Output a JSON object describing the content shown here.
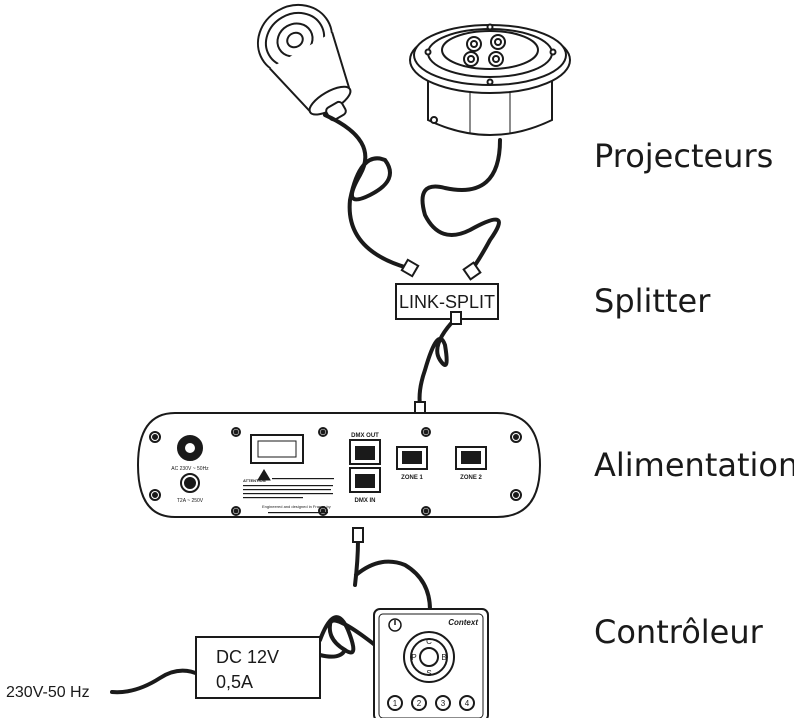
{
  "labels": {
    "projecteurs": "Projecteurs",
    "splitter": "Splitter",
    "alimentation": "Alimentation",
    "controleur": "Contrôleur"
  },
  "splitter_box": {
    "text": "LINK-SPLIT"
  },
  "power_adapter": {
    "line1": "DC 12V",
    "line2": "0,5A"
  },
  "mains_input": {
    "text": "230V-50 Hz"
  },
  "power_supply_panel": {
    "ac_label": "AC 230V ~ 50Hz",
    "fuse_label": "T2A ~ 250V",
    "dmx_out": "DMX OUT",
    "dmx_in": "DMX IN",
    "zone1": "ZONE 1",
    "zone2": "ZONE 2",
    "warning_text": "ATTENTION",
    "footer_text": "Engineered and designed in France by"
  },
  "remote": {
    "brand": "Context",
    "keys": [
      "C",
      "P",
      "B",
      "S"
    ],
    "number_keys": [
      "1",
      "2",
      "3",
      "4"
    ]
  }
}
